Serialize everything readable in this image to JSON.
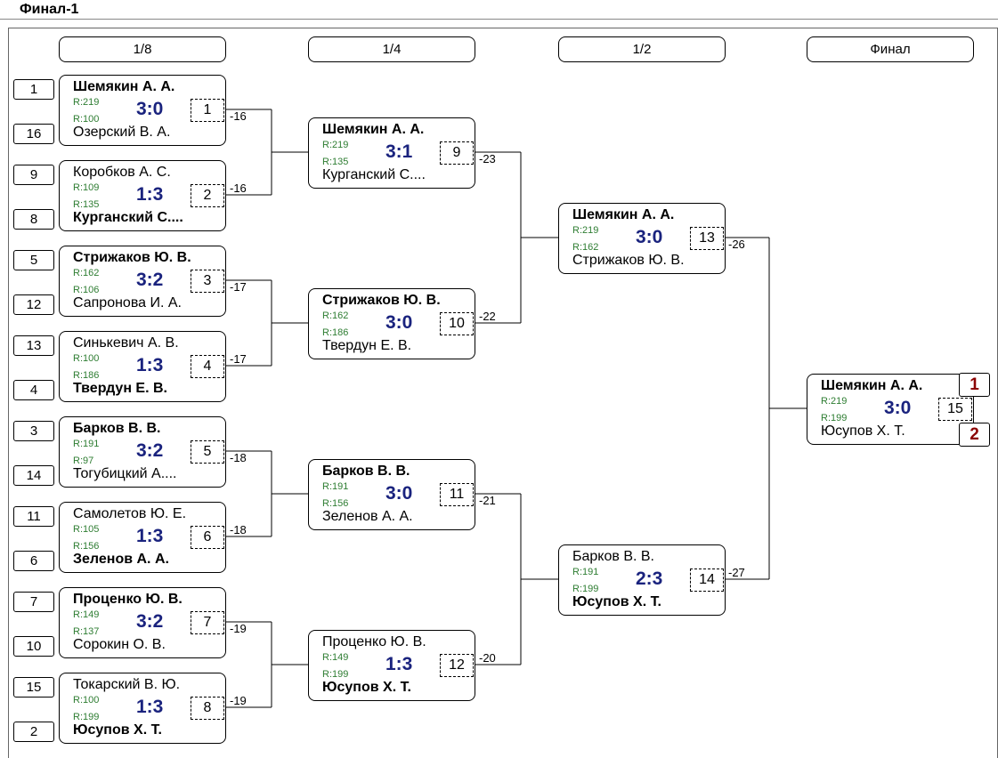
{
  "title": "Финал-1",
  "rounds": [
    "1/8",
    "1/4",
    "1/2",
    "Финал"
  ],
  "seeds": [
    "1",
    "16",
    "9",
    "8",
    "5",
    "12",
    "13",
    "4",
    "3",
    "14",
    "11",
    "6",
    "7",
    "10",
    "15",
    "2"
  ],
  "matches": [
    {
      "p1": "Шемякин А. А.",
      "r1": "R:219",
      "p2": "Озерский В. А.",
      "r2": "R:100",
      "score": "3:0",
      "num": "1",
      "winner": 1
    },
    {
      "p1": "Коробков А. С.",
      "r1": "R:109",
      "p2": "Курганский С....",
      "r2": "R:135",
      "score": "1:3",
      "num": "2",
      "winner": 2
    },
    {
      "p1": "Стрижаков Ю. В.",
      "r1": "R:162",
      "p2": "Сапронова И. А.",
      "r2": "R:106",
      "score": "3:2",
      "num": "3",
      "winner": 1
    },
    {
      "p1": "Синькевич А. В.",
      "r1": "R:100",
      "p2": "Твердун Е. В.",
      "r2": "R:186",
      "score": "1:3",
      "num": "4",
      "winner": 2
    },
    {
      "p1": "Барков В. В.",
      "r1": "R:191",
      "p2": "Тогубицкий А....",
      "r2": "R:97",
      "score": "3:2",
      "num": "5",
      "winner": 1
    },
    {
      "p1": "Самолетов Ю. Е.",
      "r1": "R:105",
      "p2": "Зеленов А. А.",
      "r2": "R:156",
      "score": "1:3",
      "num": "6",
      "winner": 2
    },
    {
      "p1": "Проценко Ю. В.",
      "r1": "R:149",
      "p2": "Сорокин О. В.",
      "r2": "R:137",
      "score": "3:2",
      "num": "7",
      "winner": 1
    },
    {
      "p1": "Токарский В. Ю.",
      "r1": "R:100",
      "p2": "Юсупов Х. Т.",
      "r2": "R:199",
      "score": "1:3",
      "num": "8",
      "winner": 2
    },
    {
      "p1": "Шемякин А. А.",
      "r1": "R:219",
      "p2": "Курганский С....",
      "r2": "R:135",
      "score": "3:1",
      "num": "9",
      "winner": 1
    },
    {
      "p1": "Стрижаков Ю. В.",
      "r1": "R:162",
      "p2": "Твердун Е. В.",
      "r2": "R:186",
      "score": "3:0",
      "num": "10",
      "winner": 1
    },
    {
      "p1": "Барков В. В.",
      "r1": "R:191",
      "p2": "Зеленов А. А.",
      "r2": "R:156",
      "score": "3:0",
      "num": "11",
      "winner": 1
    },
    {
      "p1": "Проценко Ю. В.",
      "r1": "R:149",
      "p2": "Юсупов Х. Т.",
      "r2": "R:199",
      "score": "1:3",
      "num": "12",
      "winner": 2
    },
    {
      "p1": "Шемякин А. А.",
      "r1": "R:219",
      "p2": "Стрижаков Ю. В.",
      "r2": "R:162",
      "score": "3:0",
      "num": "13",
      "winner": 1
    },
    {
      "p1": "Барков В. В.",
      "r1": "R:191",
      "p2": "Юсупов Х. Т.",
      "r2": "R:199",
      "score": "2:3",
      "num": "14",
      "winner": 2
    },
    {
      "p1": "Шемякин А. А.",
      "r1": "R:219",
      "p2": "Юсупов Х. Т.",
      "r2": "R:199",
      "score": "3:0",
      "num": "15",
      "winner": 1
    }
  ],
  "loser_labels": [
    "-16",
    "-16",
    "-17",
    "-17",
    "-18",
    "-18",
    "-19",
    "-19",
    "-23",
    "-22",
    "-21",
    "-20",
    "-26",
    "-27"
  ],
  "places": [
    "1",
    "2"
  ]
}
